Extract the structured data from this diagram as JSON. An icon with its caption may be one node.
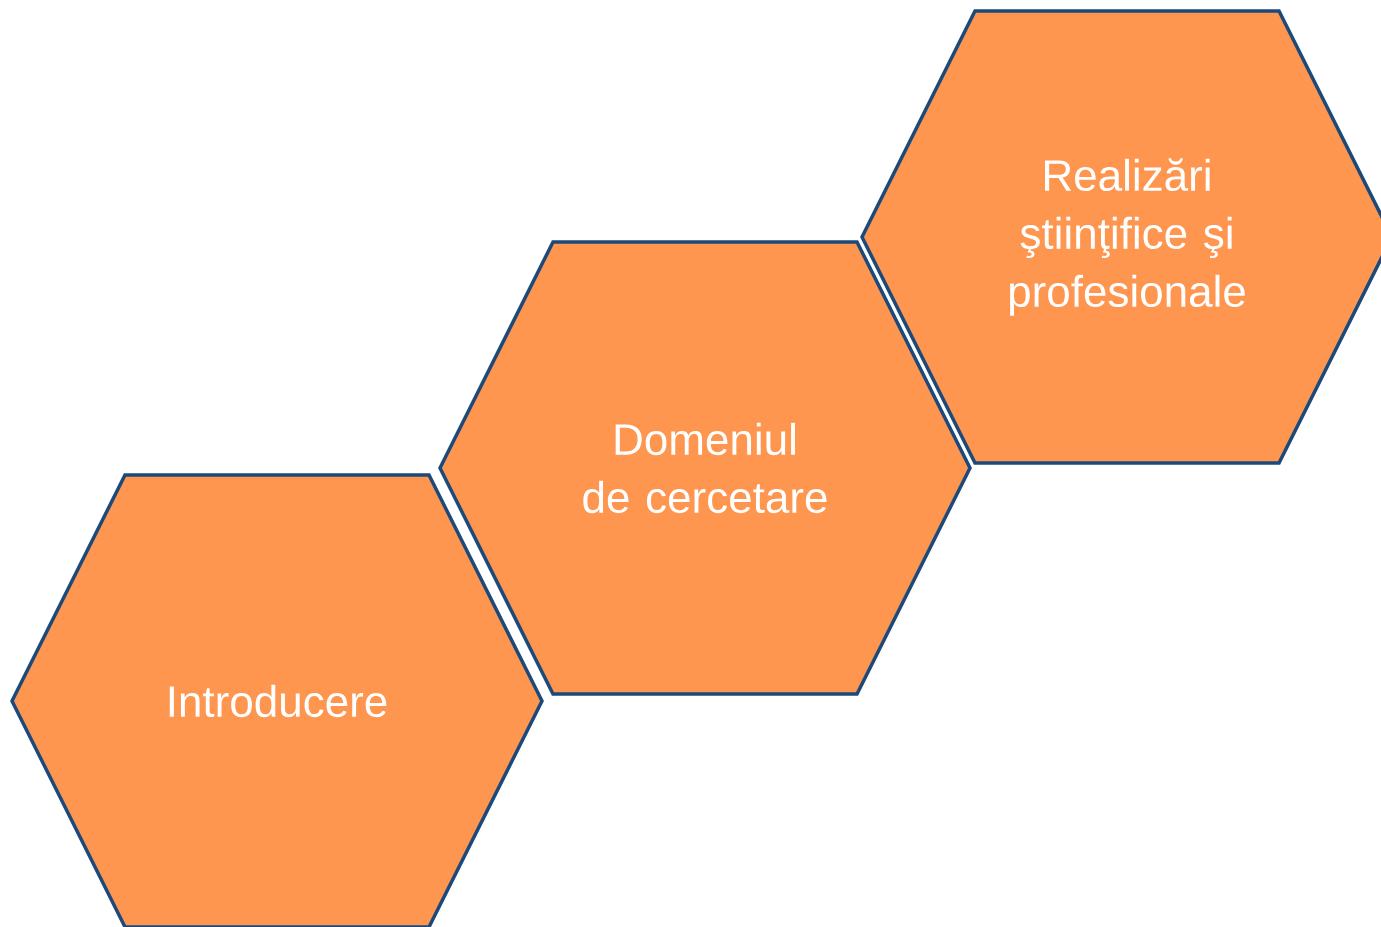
{
  "diagram": {
    "nodes": [
      {
        "text": [
          "Introducere"
        ]
      },
      {
        "text": [
          "Domeniul de cercetare"
        ]
      },
      {
        "text": [
          "Realizări ştiinţifice şi profesionale"
        ]
      }
    ]
  }
}
